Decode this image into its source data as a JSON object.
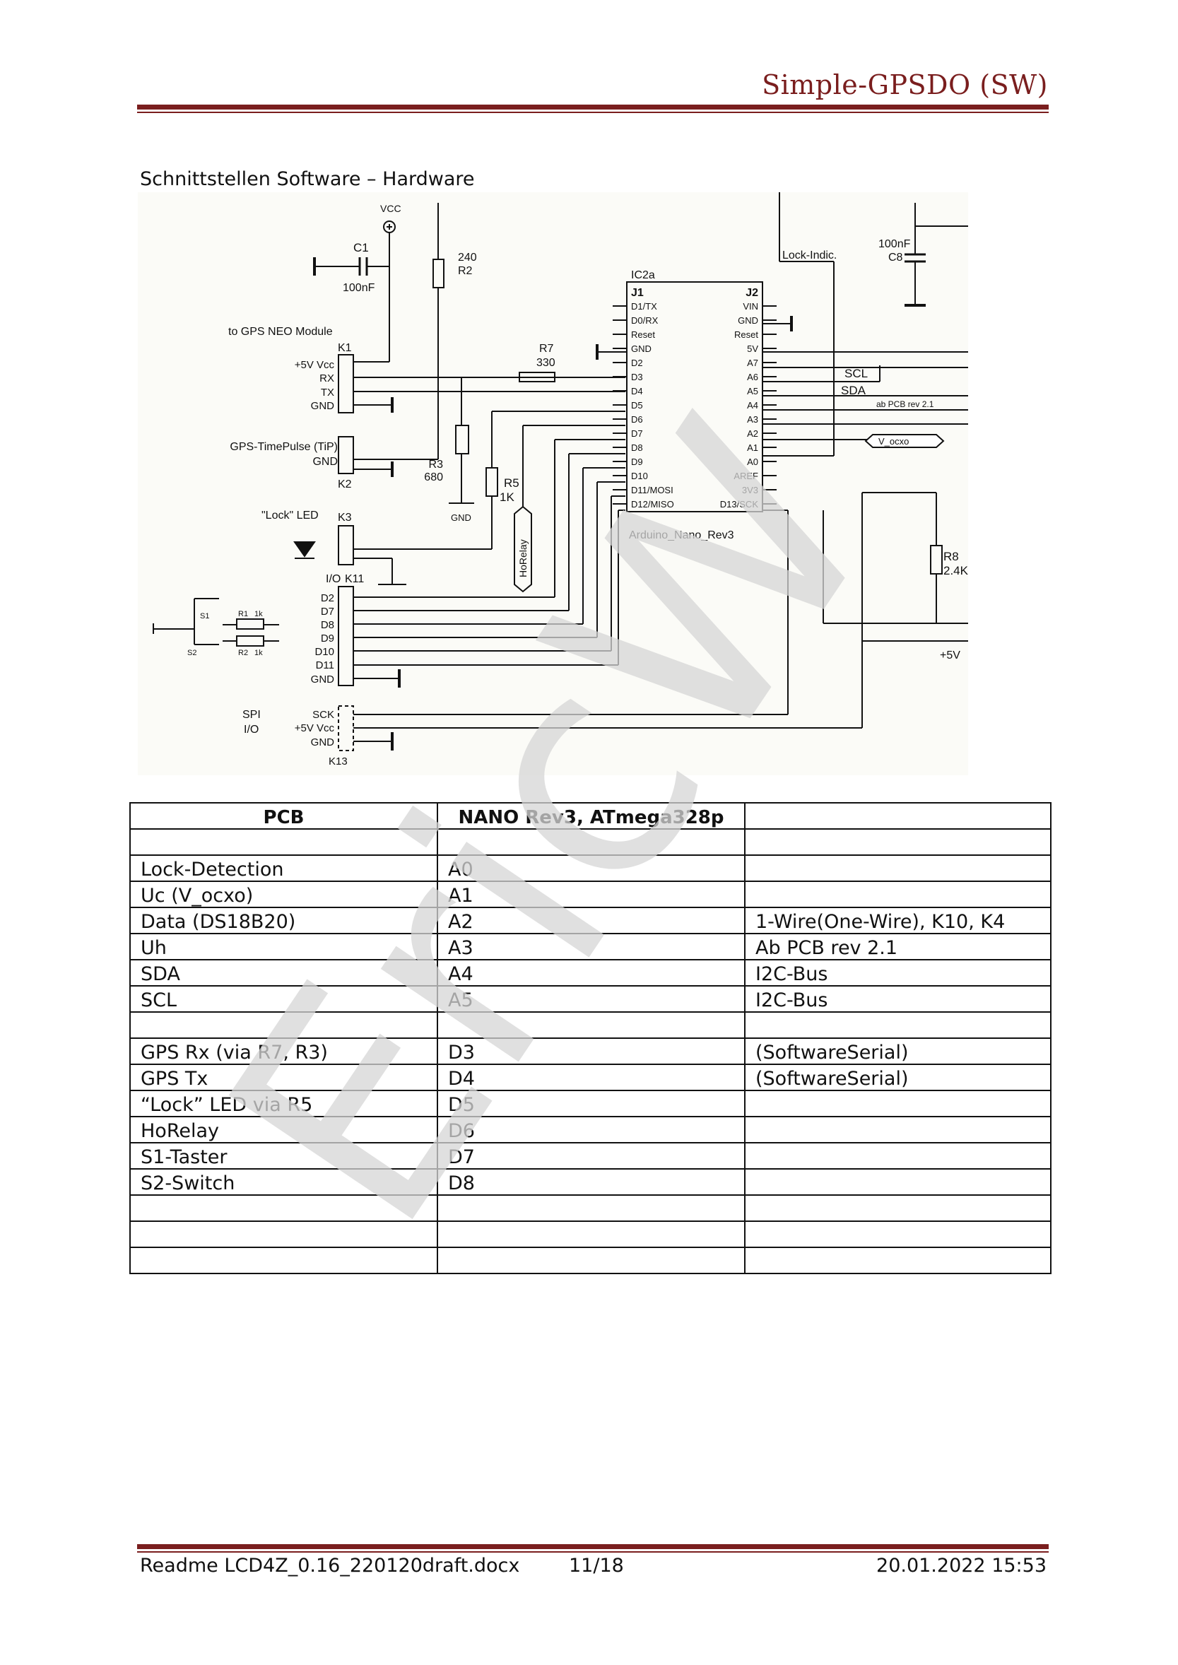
{
  "header": {
    "title": "Simple-GPSDO (SW)"
  },
  "section_caption": "Schnittstellen Software – Hardware",
  "schematic": {
    "labels": {
      "vcc": "VCC",
      "c1": "C1",
      "c1_value": "100nF",
      "r2_value": "240",
      "r2": "R2",
      "to_gps": "to GPS NEO Module",
      "k1": "K1",
      "vcc5": "+5V Vcc",
      "rx": "RX",
      "tx": "TX",
      "gnd_k1": "GND",
      "timepulse": "GPS-TimePulse (TiP)",
      "gnd_k2": "GND",
      "k2": "K2",
      "r3": "R3",
      "r3_value": "680",
      "gnd_r3": "GND",
      "r5": "R5",
      "r5_value": "1K",
      "r7": "R7",
      "r7_value": "330",
      "horelay": "HoRelay",
      "lock_led": "\"Lock\" LED",
      "k3": "K3",
      "io_k11": "I/O",
      "k11": "K11",
      "d2": "D2",
      "d7": "D7",
      "d8": "D8",
      "d9": "D9",
      "d10": "D10",
      "d11": "D11",
      "gnd_k11": "GND",
      "spi": "SPI",
      "spi_io": "I/O",
      "sck": "SCK",
      "spi_vcc": "+5V Vcc",
      "spi_gnd": "GND",
      "k13": "K13",
      "ic": "IC2a",
      "j1": "J1",
      "j2": "J2",
      "ic_name": "Arduino_Nano_Rev3",
      "lock_indic": "Lock-Indic.",
      "c8_value": "100nF",
      "c8": "C8",
      "scl": "SCL",
      "sda": "SDA",
      "ab_pcb": "ab PCB rev 2.1",
      "v_ocxo": "V_ocxo",
      "r8": "R8",
      "r8_value": "2.4K",
      "plus5v": "+5V",
      "r1": "R1",
      "r1_value": "1k",
      "r2s": "R2",
      "r2s_value": "1k",
      "s1": "S1",
      "s2": "S2"
    },
    "j1_pins": [
      "D1/TX",
      "D0/RX",
      "Reset",
      "GND",
      "D2",
      "D3",
      "D4",
      "D5",
      "D6",
      "D7",
      "D8",
      "D9",
      "D10",
      "D11/MOSI",
      "D12/MISO"
    ],
    "j2_pins": [
      "VIN",
      "GND",
      "Reset",
      "5V",
      "A7",
      "A6",
      "A5",
      "A4",
      "A3",
      "A2",
      "A1",
      "A0",
      "AREF",
      "3V3",
      "D13/SCK"
    ]
  },
  "table": {
    "headers": [
      "PCB",
      "NANO Rev3, ATmega328p",
      ""
    ],
    "rows": [
      [
        "",
        "",
        ""
      ],
      [
        "Lock-Detection",
        "A0",
        ""
      ],
      [
        "Uc (V_ocxo)",
        "A1",
        ""
      ],
      [
        "Data (DS18B20)",
        "A2",
        "1-Wire(One-Wire), K10, K4"
      ],
      [
        "Uh",
        "A3",
        "Ab PCB rev 2.1"
      ],
      [
        "SDA",
        "A4",
        "I2C-Bus"
      ],
      [
        "SCL",
        "A5",
        "I2C-Bus"
      ],
      [
        "",
        "",
        ""
      ],
      [
        "GPS Rx (via R7, R3)",
        "D3",
        "(SoftwareSerial)"
      ],
      [
        "GPS Tx",
        "D4",
        "(SoftwareSerial)"
      ],
      [
        "“Lock” LED via R5",
        "D5",
        ""
      ],
      [
        "HoRelay",
        "D6",
        ""
      ],
      [
        "S1-Taster",
        "D7",
        ""
      ],
      [
        "S2-Switch",
        "D8",
        ""
      ],
      [
        "",
        "",
        ""
      ],
      [
        "",
        "",
        ""
      ],
      [
        "",
        "",
        ""
      ]
    ]
  },
  "watermark": {
    "text": "EricW",
    "color": "#d6d6d6"
  },
  "footer": {
    "filename": "Readme LCD4Z_0.16_220120draft.docx",
    "page": "11/18",
    "datetime": "20.01.2022 15:53"
  },
  "colors": {
    "accent": "#7a1e1e"
  }
}
